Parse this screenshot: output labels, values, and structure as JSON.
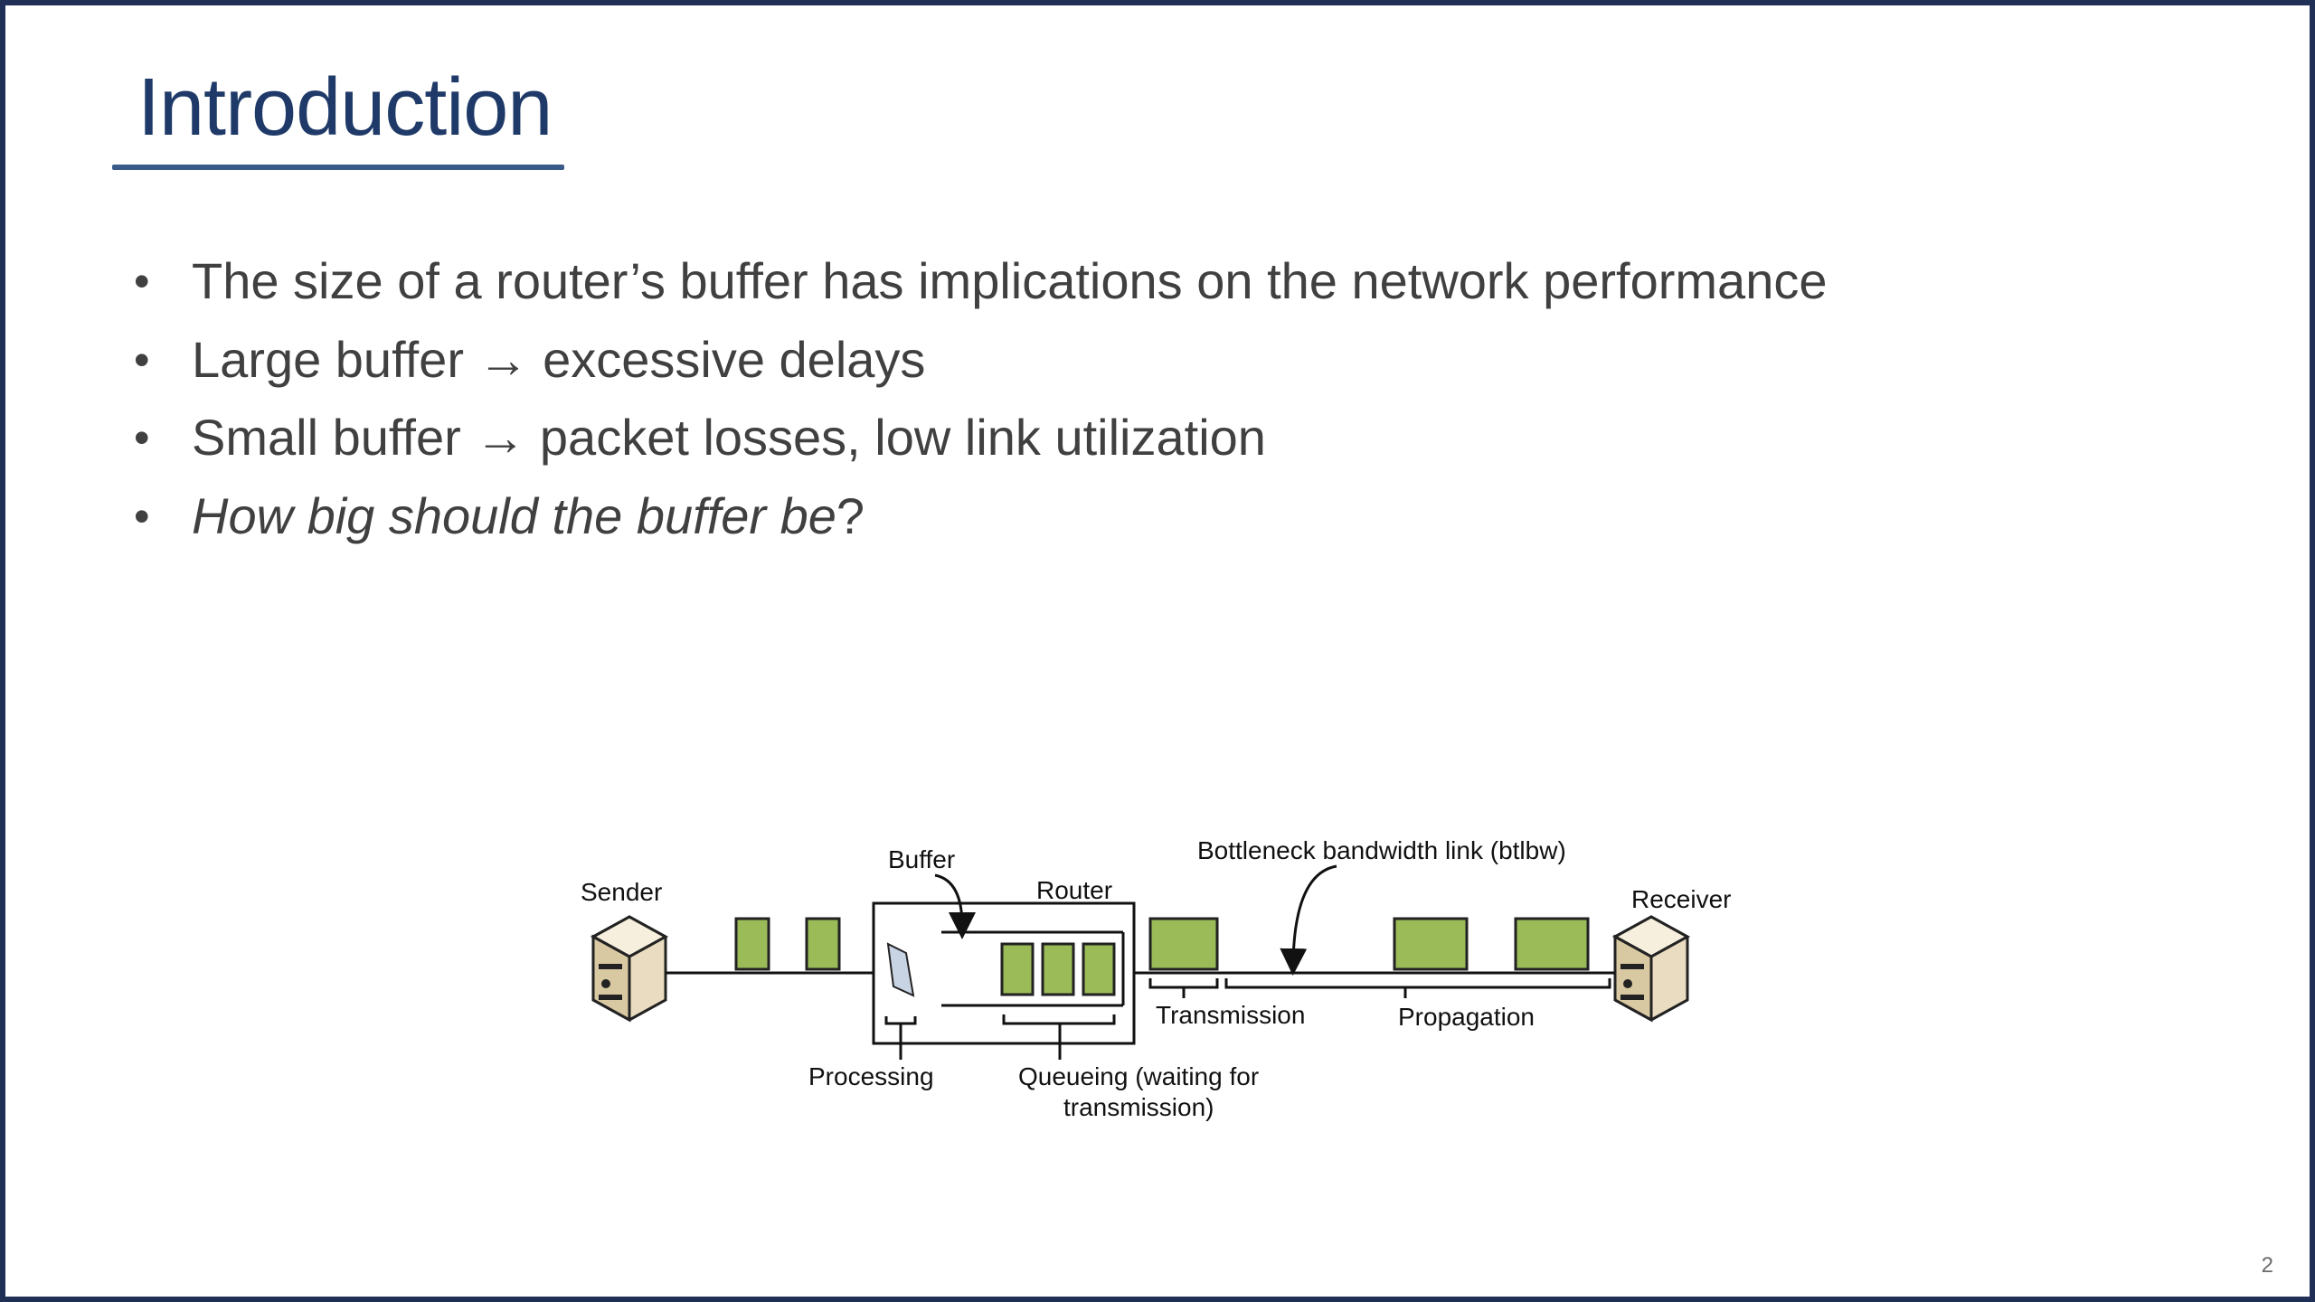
{
  "slide": {
    "title": "Introduction",
    "bullets": [
      {
        "text": "The size of a router’s buffer has implications on the network performance"
      },
      {
        "before": "Large buffer ",
        "arrow": "→",
        "after": " excessive delays"
      },
      {
        "before": "Small buffer ",
        "arrow": "→",
        "after": " packet losses, low link utilization"
      },
      {
        "italic": "How big should the buffer be",
        "after": "?"
      }
    ],
    "page_number": "2"
  },
  "diagram": {
    "sender_label": "Sender",
    "receiver_label": "Receiver",
    "router_label": "Router",
    "buffer_label": "Buffer",
    "bottleneck_label": "Bottleneck bandwidth link (btlbw)",
    "transmission_label": "Transmission",
    "propagation_label": "Propagation",
    "processing_label": "Processing",
    "queueing_label_line1": "Queueing (waiting for",
    "queueing_label_line2": "transmission)",
    "packet_color": "#9bbb59"
  }
}
